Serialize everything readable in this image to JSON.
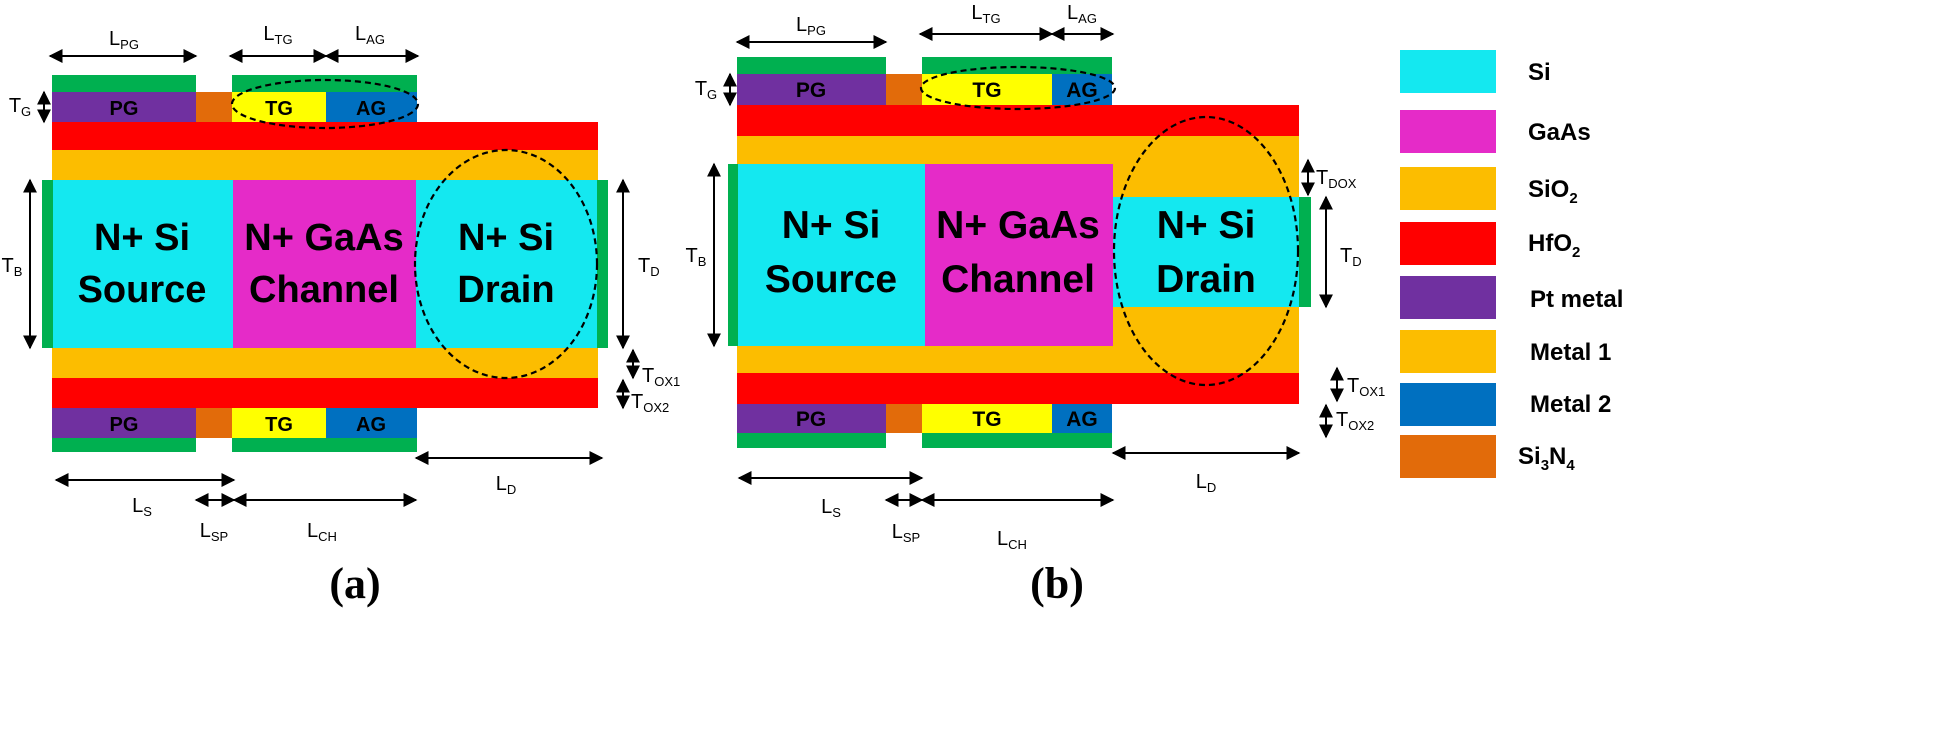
{
  "colors": {
    "si": "#14e8f0",
    "gaas": "#e52bc8",
    "sio2": "#fcbd00",
    "hfo2": "#ff0000",
    "pt": "#7030a0",
    "metal1": "#ffff00",
    "metal2": "#0070c0",
    "si3n4": "#e26b0a",
    "contact": "#00b050"
  },
  "panel_a": {
    "caption": "(a)",
    "gates": {
      "pg": "PG",
      "tg": "TG",
      "ag": "AG"
    },
    "regions": {
      "source_line1": "N+ Si",
      "source_line2": "Source",
      "channel_line1": "N+ GaAs",
      "channel_line2": "Channel",
      "drain_line1": "N+ Si",
      "drain_line2": "Drain"
    },
    "dims": {
      "lpg": "L",
      "lpg_sub": "PG",
      "ltg": "L",
      "ltg_sub": "TG",
      "lag": "L",
      "lag_sub": "AG",
      "tg": "T",
      "tg_sub": "G",
      "tb": "T",
      "tb_sub": "B",
      "td": "T",
      "td_sub": "D",
      "tox1": "T",
      "tox1_sub": "OX1",
      "tox2": "T",
      "tox2_sub": "OX2",
      "ls": "L",
      "ls_sub": "S",
      "lsp": "L",
      "lsp_sub": "SP",
      "lch": "L",
      "lch_sub": "CH",
      "ld": "L",
      "ld_sub": "D"
    }
  },
  "panel_b": {
    "caption": "(b)",
    "gates": {
      "pg": "PG",
      "tg": "TG",
      "ag": "AG"
    },
    "regions": {
      "source_line1": "N+ Si",
      "source_line2": "Source",
      "channel_line1": "N+ GaAs",
      "channel_line2": "Channel",
      "drain_line1": "N+ Si",
      "drain_line2": "Drain"
    },
    "dims": {
      "lpg": "L",
      "lpg_sub": "PG",
      "ltg": "L",
      "ltg_sub": "TG",
      "lag": "L",
      "lag_sub": "AG",
      "tg": "T",
      "tg_sub": "G",
      "tb": "T",
      "tb_sub": "B",
      "tdox": "T",
      "tdox_sub": "DOX",
      "td": "T",
      "td_sub": "D",
      "tox1": "T",
      "tox1_sub": "OX1",
      "tox2": "T",
      "tox2_sub": "OX2",
      "ls": "L",
      "ls_sub": "S",
      "lsp": "L",
      "lsp_sub": "SP",
      "lch": "L",
      "lch_sub": "CH",
      "ld": "L",
      "ld_sub": "D"
    }
  },
  "legend": [
    {
      "label": "Si",
      "sub": "",
      "tail": "",
      "color": "#14e8f0"
    },
    {
      "label": "GaAs",
      "sub": "",
      "tail": "",
      "color": "#e52bc8"
    },
    {
      "label": "SiO",
      "sub": "2",
      "tail": "",
      "color": "#fcbd00"
    },
    {
      "label": "HfO",
      "sub": "2",
      "tail": "",
      "color": "#ff0000"
    },
    {
      "label": "Pt metal",
      "sub": "",
      "tail": "",
      "color": "#7030a0"
    },
    {
      "label": "Metal 1",
      "sub": "",
      "tail": "",
      "color": "#fcbd00"
    },
    {
      "label": "Metal 2",
      "sub": "",
      "tail": "",
      "color": "#0070c0"
    },
    {
      "label": "Si",
      "sub": "3",
      "tail": "N",
      "sub2": "4",
      "color": "#e26b0a"
    }
  ]
}
